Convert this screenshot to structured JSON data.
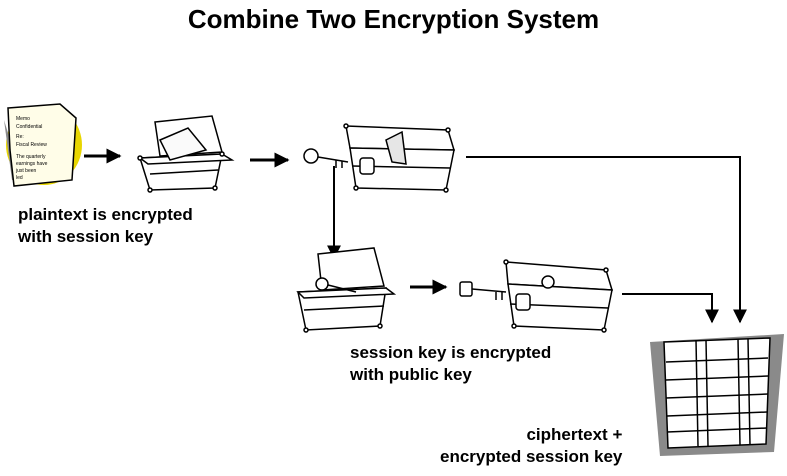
{
  "diagram": {
    "title": "Combine Two Encryption System",
    "labels": {
      "plaintext_step": [
        "plaintext is encrypted",
        "with session key"
      ],
      "session_key_step": [
        "session key is encrypted",
        "with public key"
      ],
      "result": [
        "ciphertext +",
        "encrypted session key"
      ]
    },
    "document": {
      "lines": [
        "Memo",
        "Confidential",
        "Re:",
        "Fiscal Review",
        "The quarterly",
        "earnings have",
        "just been",
        "led"
      ]
    },
    "colors": {
      "ink": "#000000",
      "highlight": "#e8d600",
      "shadow": "#8a8a8a",
      "background": "#ffffff"
    }
  }
}
